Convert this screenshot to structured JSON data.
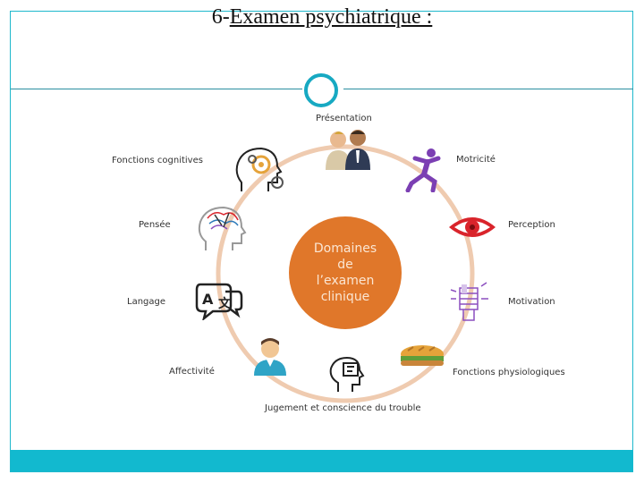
{
  "slide": {
    "title_prefix": "6-",
    "title_main": "Examen psychiatrique :"
  },
  "diagram": {
    "center_text": "Domaines de l’examen clinique",
    "labels": {
      "presentation": "Présentation",
      "motricite": "Motricité",
      "perception": "Perception",
      "motivation": "Motivation",
      "fonctions_physiologiques": "Fonctions physiologiques",
      "jugement": "Jugement et conscience du trouble",
      "affectivite": "Affectivité",
      "langage": "Langage",
      "pensee": "Pensée",
      "fonctions_cognitives": "Fonctions cognitives"
    },
    "colors": {
      "ring": "#efcbb0",
      "center": "#e0772a",
      "accent_teal": "#12b9cf",
      "purple": "#7b3fb3",
      "red": "#d9242b"
    },
    "icons": [
      "people-icon",
      "running-figure-icon",
      "eye-icon",
      "fist-icon",
      "bread-icon",
      "thinking-head-icon",
      "user-icon",
      "speech-bubble-icon",
      "head-brain-icon",
      "head-gears-icon"
    ]
  }
}
